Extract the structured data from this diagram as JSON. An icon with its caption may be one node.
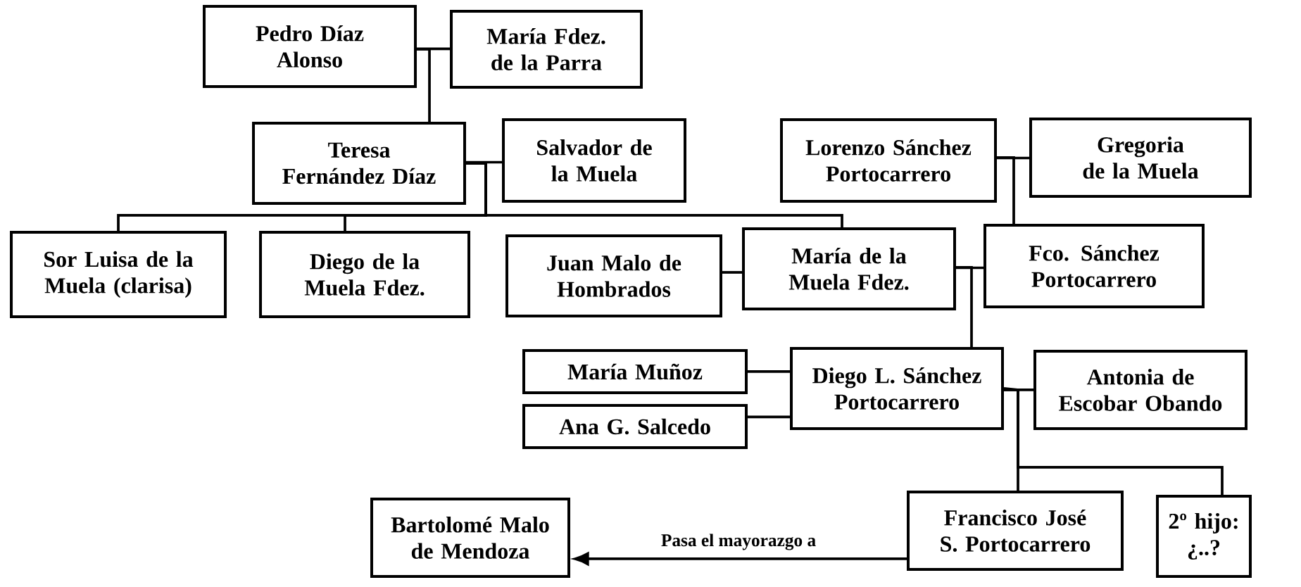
{
  "diagram": {
    "nodes": [
      {
        "text": [
          "Pedro Díaz Alonso"
        ]
      },
      {
        "text": [
          "María Fdez. de la Parra"
        ]
      },
      {
        "text": [
          "Teresa Fernández Díaz"
        ]
      },
      {
        "text": [
          "Salvador de la Muela"
        ]
      },
      {
        "text": [
          "Sor Luisa de la Muela (clarisa)"
        ]
      },
      {
        "text": [
          "Diego de la Muela Fdez."
        ]
      },
      {
        "text": [
          "Juan Malo de Hombrados"
        ]
      },
      {
        "text": [
          "María de la Muela Fdez."
        ]
      },
      {
        "text": [
          "Lorenzo Sánchez Portocarrero"
        ]
      },
      {
        "text": [
          "Gregoria de la Muela"
        ]
      },
      {
        "text": [
          "Fco. Sánchez Portocarrero"
        ]
      },
      {
        "text": [
          "María Muñoz"
        ]
      },
      {
        "text": [
          "Ana G. Salcedo"
        ]
      },
      {
        "text": [
          "Diego L. Sánchez Portocarrero"
        ]
      },
      {
        "text": [
          "Antonia de Escobar Obando"
        ]
      },
      {
        "text": [
          "Francisco José S. Portocarrero"
        ]
      },
      {
        "text": [
          "2º hijo: ¿..?"
        ]
      },
      {
        "text": [
          "Bartolomé Malo de Mendoza"
        ]
      }
    ],
    "edges": [
      {
        "from": 0,
        "to": 1,
        "arrow": "none"
      },
      {
        "from": 0,
        "to": 2,
        "arrow": "none"
      },
      {
        "from": 2,
        "to": 3,
        "arrow": "none"
      },
      {
        "from": 2,
        "to": 4,
        "arrow": "none"
      },
      {
        "from": 2,
        "to": 5,
        "arrow": "none"
      },
      {
        "from": 2,
        "to": 7,
        "arrow": "none"
      },
      {
        "from": 6,
        "to": 7,
        "arrow": "none"
      },
      {
        "from": 8,
        "to": 9,
        "arrow": "none"
      },
      {
        "from": 8,
        "to": 10,
        "arrow": "none"
      },
      {
        "from": 7,
        "to": 10,
        "arrow": "none"
      },
      {
        "from": 7,
        "to": 13,
        "arrow": "none"
      },
      {
        "from": 11,
        "to": 13,
        "arrow": "none"
      },
      {
        "from": 12,
        "to": 13,
        "arrow": "none"
      },
      {
        "from": 13,
        "to": 14,
        "arrow": "none"
      },
      {
        "from": 13,
        "to": 15,
        "arrow": "none"
      },
      {
        "from": 13,
        "to": 16,
        "arrow": "none"
      },
      {
        "from": 15,
        "to": 17,
        "arrow": "to",
        "label": "Pasa el mayorazgo a"
      }
    ]
  }
}
